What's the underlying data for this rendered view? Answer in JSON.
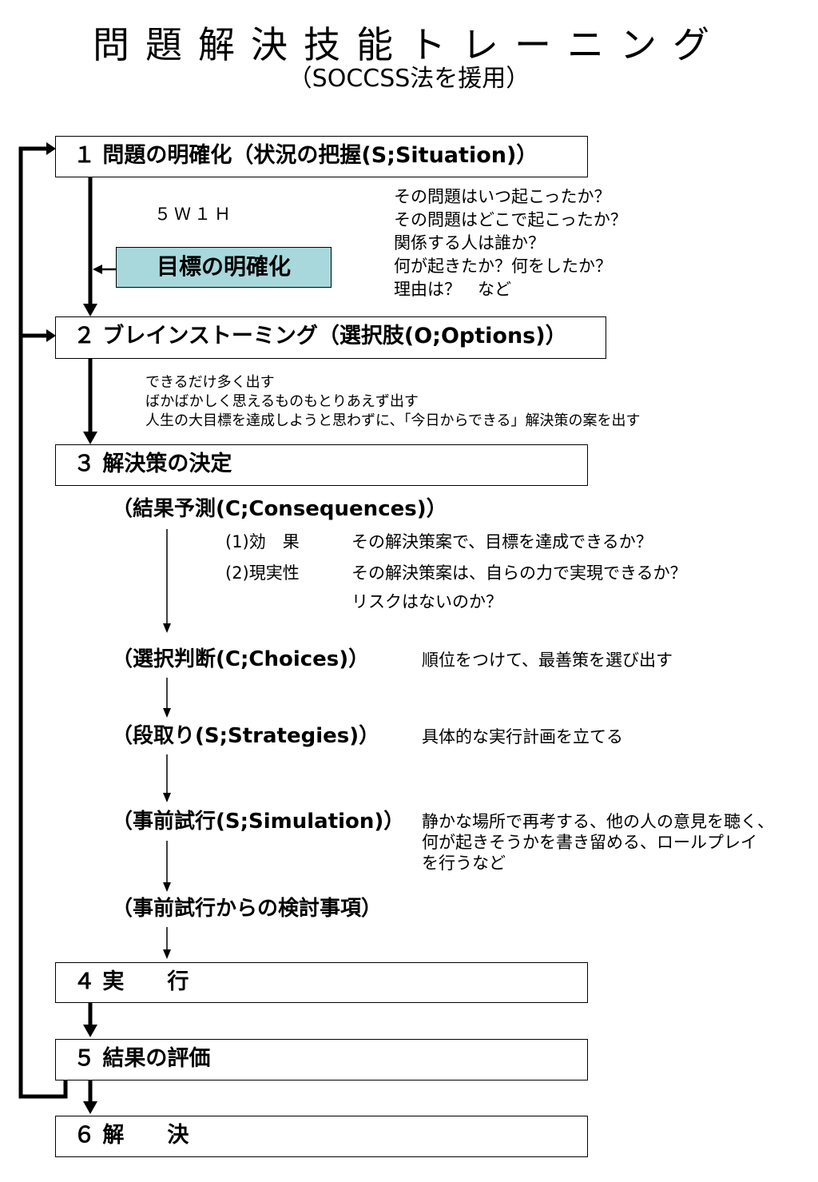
{
  "header": {
    "title": "問題解決技能トレーニング",
    "subtitle": "（SOCCSS法を援用）"
  },
  "steps": {
    "s1": "１ 問題の明確化（状況の把握(S;Situation)）",
    "s2": "２ ブレインストーミング（選択肢(O;Options)）",
    "s3": "３ 解決策の決定",
    "s4": "４ 実　　行",
    "s5": "５ 結果の評価",
    "s6": "６ 解　　決"
  },
  "step1_notes": {
    "w5h1": "５Ｗ１Ｈ",
    "goal": "目標の明確化",
    "questions": [
      "その問題はいつ起こったか？",
      "その問題はどこで起こったか？",
      "関係する人は誰か？",
      "何が起きたか？何をしたか？",
      "理由は？　など"
    ]
  },
  "step2_notes": [
    "できるだけ多く出す",
    "ばかばかしく思えるものもとりあえず出す",
    "人生の大目標を達成しようと思わずに、「今日からできる」解決策の案を出す"
  ],
  "step3": {
    "consequences": "（結果予測(C;Consequences)）",
    "effect_label": "(1)効　果",
    "effect_text": "その解決策案で、目標を達成できるか？",
    "reality_label": "(2)現実性",
    "reality_text": "その解決策案は、自らの力で実現できるか？",
    "risk_text": "リスクはないのか？",
    "choices": "（選択判断(C;Choices)）",
    "choices_note": "順位をつけて、最善策を選び出す",
    "strategies": "（段取り(S;Strategies)）",
    "strategies_note": "具体的な実行計画を立てる",
    "simulation": "（事前試行(S;Simulation)）",
    "simulation_note": [
      "静かな場所で再考する、他の人の意見を聴く、",
      "何が起きそうかを書き留める、ロールプレイ",
      "を行うなど"
    ],
    "review": "（事前試行からの検討事項）"
  },
  "colors": {
    "goal_fill": "#a8d8dc",
    "line": "#000000"
  }
}
